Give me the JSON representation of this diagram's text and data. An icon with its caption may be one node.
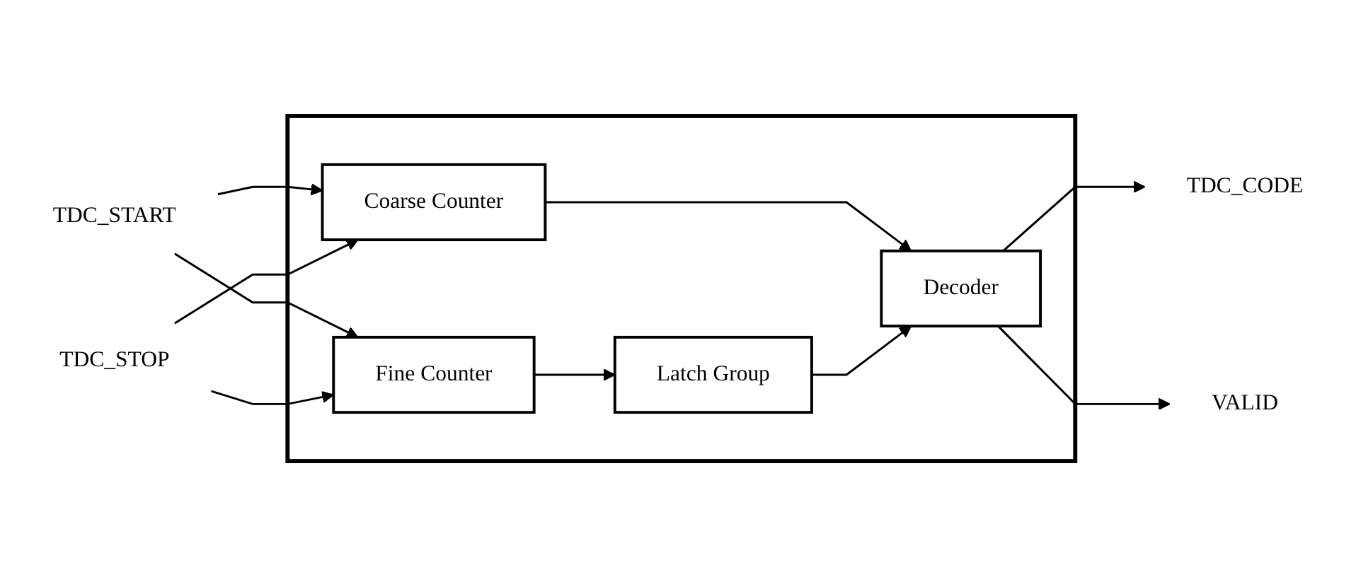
{
  "diagram": {
    "nodes": [
      {
        "text": [],
        "shape": "box"
      },
      {
        "text": [
          "TDC_START"
        ]
      },
      {
        "text": [
          "TDC_STOP"
        ]
      },
      {
        "text": [
          "Coarse Counter"
        ],
        "in": 0
      },
      {
        "text": [
          "Fine Counter"
        ],
        "in": 0
      },
      {
        "text": [
          "Latch Group"
        ],
        "in": 0
      },
      {
        "text": [
          "Decoder"
        ],
        "in": 0
      },
      {
        "text": [
          "TDC_CODE"
        ]
      },
      {
        "text": [
          "VALID"
        ]
      }
    ],
    "edges": [
      {
        "from": 1,
        "to": 3,
        "arrow": "to"
      },
      {
        "from": 1,
        "to": 4,
        "arrow": "to"
      },
      {
        "from": 2,
        "to": 3,
        "arrow": "to"
      },
      {
        "from": 2,
        "to": 4,
        "arrow": "to"
      },
      {
        "from": 3,
        "to": 6,
        "arrow": "to"
      },
      {
        "from": 4,
        "to": 5,
        "arrow": "to"
      },
      {
        "from": 5,
        "to": 6,
        "arrow": "to"
      },
      {
        "from": 6,
        "to": 7,
        "arrow": "to"
      },
      {
        "from": 6,
        "to": 8,
        "arrow": "to"
      }
    ]
  }
}
